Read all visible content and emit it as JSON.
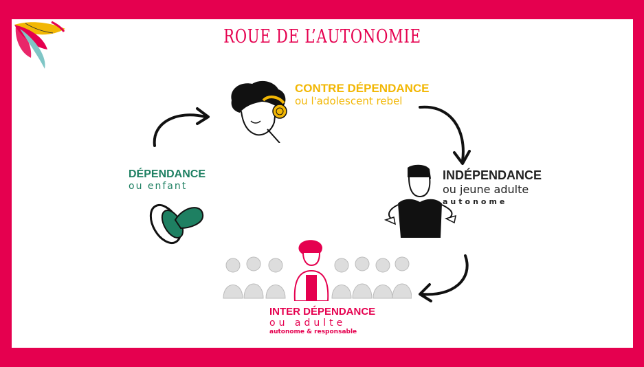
{
  "title": "ROUE DE L’AUTONOMIE",
  "stages": {
    "contre": {
      "heading": "CONTRE DÉPENDANCE",
      "sub": "ou l'adolescent rebel",
      "color": "#f2b705"
    },
    "independance": {
      "heading": "INDÉPENDANCE",
      "sub": "ou jeune adulte",
      "sub2": "autonome",
      "color": "#222222"
    },
    "inter": {
      "heading": "INTER DÉPENDANCE",
      "sub": "ou adulte",
      "sub2": "autonome & responsable",
      "color": "#e5004f"
    },
    "dependance": {
      "heading": "DÉPENDANCE",
      "sub": "ou enfant",
      "color": "#1e8062"
    }
  },
  "colors": {
    "frame": "#e5004f",
    "card": "#ffffff"
  },
  "icons": [
    "leaf-decoration-icon",
    "headphones-teen-icon",
    "shrugging-man-icon",
    "woman-crowd-icon",
    "pacifier-icon",
    "curved-arrow-icon"
  ]
}
